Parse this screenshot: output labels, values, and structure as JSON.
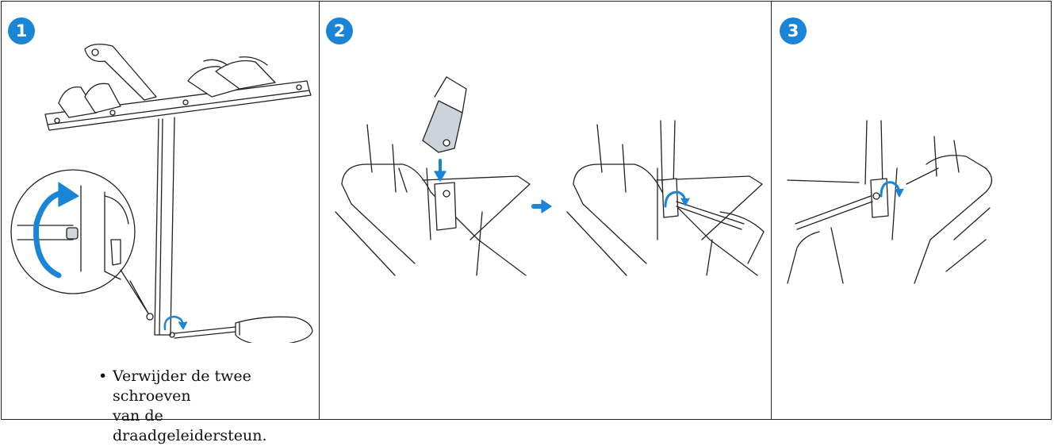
{
  "steps": [
    {
      "number": "1",
      "caption": [
        "Verwijder de twee schroeven",
        "van de draadgeleidersteun."
      ]
    },
    {
      "number": "2"
    },
    {
      "number": "3"
    }
  ],
  "colors": {
    "accent": "#1a85d6",
    "line": "#222222"
  },
  "icons": {
    "step1": "screw-removal-illustration",
    "step2": "attach-bracket-illustration",
    "step3": "tighten-screw-illustration"
  }
}
